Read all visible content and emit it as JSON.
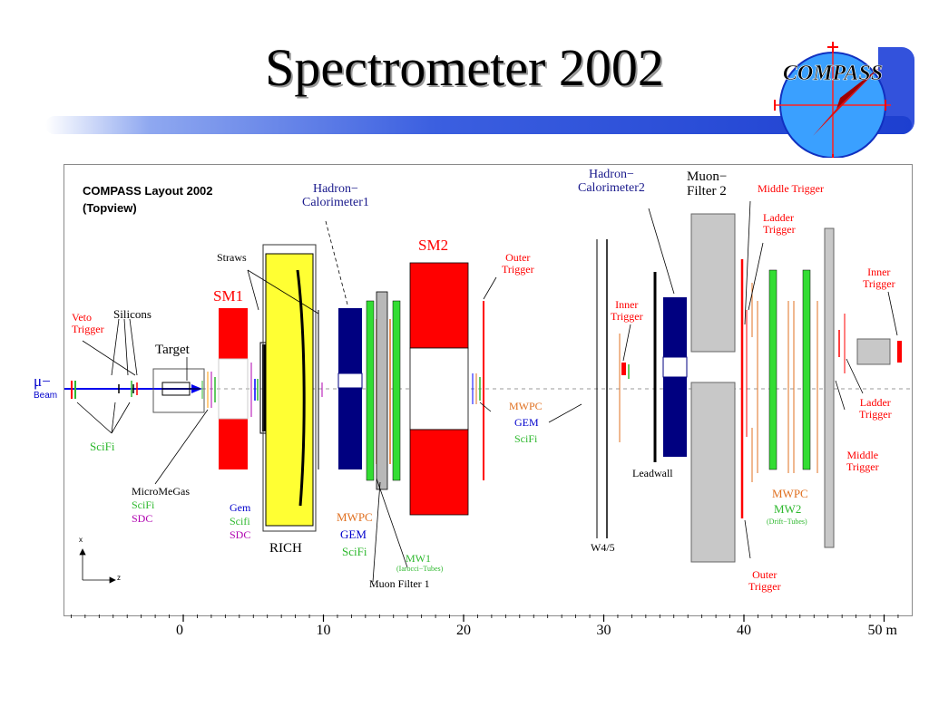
{
  "slide": {
    "title": "Spectrometer 2002",
    "logo_text": "COMPASS"
  },
  "colors": {
    "red": "#ff0000",
    "blue": "#0000cc",
    "darkblue": "#1a1a8c",
    "green": "#2eb82e",
    "orange": "#e07020",
    "purple": "#b000b0",
    "yellow": "#ffff33",
    "grey": "#c8c8c8",
    "accent_bar": "#2f52dc"
  },
  "diagram": {
    "layout_title": "COMPASS Layout 2002",
    "layout_subtitle": "(Topview)",
    "axis_x": "x",
    "axis_z": "z",
    "beam_symbol": "μ−",
    "beam_label": "Beam",
    "scale_ticks": [
      "0",
      "10",
      "20",
      "30",
      "40",
      "50 m"
    ],
    "labels": {
      "veto_trigger": "Veto\nTrigger",
      "silicons": "Silicons",
      "target": "Target",
      "scifi_left": "SciFi",
      "micromegas": "MicroMeGas",
      "micromegas_scifi": "SciFi",
      "micromegas_sdc": "SDC",
      "sm1": "SM1",
      "straws": "Straws",
      "gem_sm1": "Gem",
      "scifi_sm1": "Scifi",
      "sdc_sm1": "SDC",
      "rich": "RICH",
      "hadron_cal1": "Hadron−\nCalorimeter1",
      "sm2": "SM2",
      "outer_trigger_top": "Outer\nTrigger",
      "mwpc_1": "MWPC",
      "gem_1": "GEM",
      "scifi_1": "SciFi",
      "mw1": "MW1",
      "mw1_sub": "(Iarocci−Tubes)",
      "muon_filter1": "Muon  Filter 1",
      "mwpc_mid": "MWPC",
      "gem_mid": "GEM",
      "scifi_mid": "SciFi",
      "w45": "W4/5",
      "hadron_cal2": "Hadron−\nCalorimeter2",
      "inner_trigger_left": "Inner\nTrigger",
      "leadwall": "Leadwall",
      "muon_filter2": "Muon−\nFilter 2",
      "middle_trigger_top": "Middle  Trigger",
      "ladder_trigger_top": "Ladder\nTrigger",
      "mwpc_2": "MWPC",
      "mw2": "MW2",
      "mw2_sub": "(Drift−Tubes)",
      "outer_trigger_bottom": "Outer\nTrigger",
      "inner_trigger_right": "Inner\nTrigger",
      "ladder_trigger_right": "Ladder\nTrigger",
      "middle_trigger_right": "Middle\nTrigger"
    }
  }
}
